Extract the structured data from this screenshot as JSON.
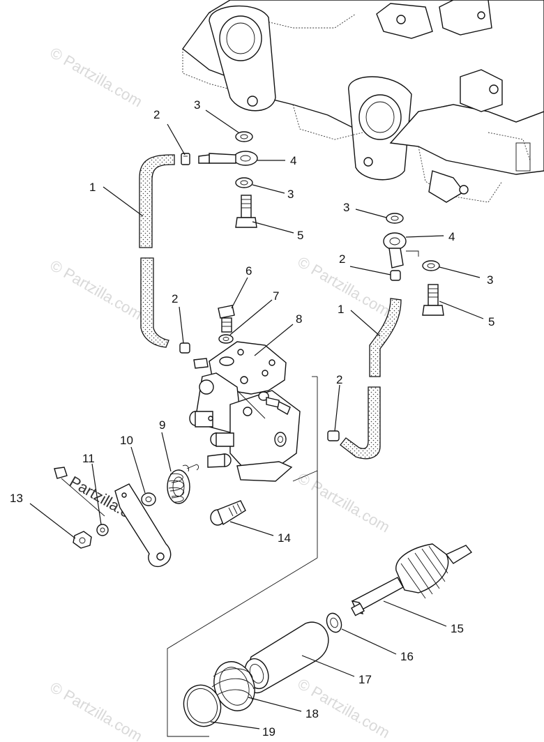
{
  "watermark": {
    "text": "© Partzilla.com",
    "overlay_text": "Partzilla.com"
  },
  "callouts": [
    {
      "id": "c1a",
      "label": "1"
    },
    {
      "id": "c1b",
      "label": "1"
    },
    {
      "id": "c2a",
      "label": "2"
    },
    {
      "id": "c2b",
      "label": "2"
    },
    {
      "id": "c2c",
      "label": "2"
    },
    {
      "id": "c2d",
      "label": "2"
    },
    {
      "id": "c3a",
      "label": "3"
    },
    {
      "id": "c3b",
      "label": "3"
    },
    {
      "id": "c3c",
      "label": "3"
    },
    {
      "id": "c3d",
      "label": "3"
    },
    {
      "id": "c4a",
      "label": "4"
    },
    {
      "id": "c4b",
      "label": "4"
    },
    {
      "id": "c5a",
      "label": "5"
    },
    {
      "id": "c5b",
      "label": "5"
    },
    {
      "id": "c6",
      "label": "6"
    },
    {
      "id": "c7",
      "label": "7"
    },
    {
      "id": "c8",
      "label": "8"
    },
    {
      "id": "c9",
      "label": "9"
    },
    {
      "id": "c10",
      "label": "10"
    },
    {
      "id": "c11",
      "label": "11"
    },
    {
      "id": "c13",
      "label": "13"
    },
    {
      "id": "c14",
      "label": "14"
    },
    {
      "id": "c15",
      "label": "15"
    },
    {
      "id": "c16",
      "label": "16"
    },
    {
      "id": "c17",
      "label": "17"
    },
    {
      "id": "c18",
      "label": "18"
    },
    {
      "id": "c19",
      "label": "19"
    }
  ]
}
